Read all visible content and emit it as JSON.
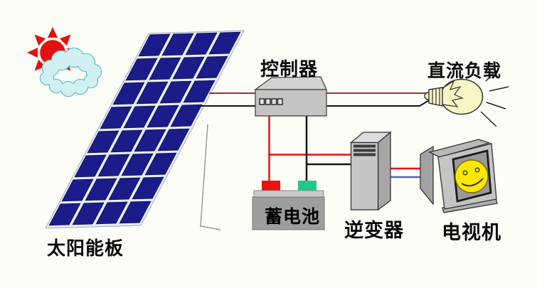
{
  "diagram": {
    "type": "solar-power-system-schematic",
    "nodes": {
      "solar_panel": {
        "label": "太阳能板"
      },
      "controller": {
        "label": "控制器"
      },
      "dc_load": {
        "label": "直流负载"
      },
      "battery": {
        "label": "蓄电池"
      },
      "inverter": {
        "label": "逆变器"
      },
      "tv": {
        "label": "电视机"
      }
    },
    "colors": {
      "background": "#fdfdf8",
      "panel_cell": "#1b1b8a",
      "panel_gap": "#e7edf6",
      "sun": "#e60f0f",
      "cloud_fill": "#d2f0f2",
      "cloud_stroke": "#5ec3cd",
      "pv_wire_positive": "#993333",
      "pv_wire_negative": "#151515",
      "battery_wire_positive": "#e81010",
      "battery_wire_negative": "#151515",
      "ac_wire_live": "#e81010",
      "ac_wire_neutral": "#5566bb",
      "battery_pos_terminal": "#ee1111",
      "battery_neg_terminal": "#1fc98a",
      "bulb_fill": "#f8f5c6",
      "smiley": "#ffe800",
      "box_gray": "#c4c4c4"
    }
  }
}
